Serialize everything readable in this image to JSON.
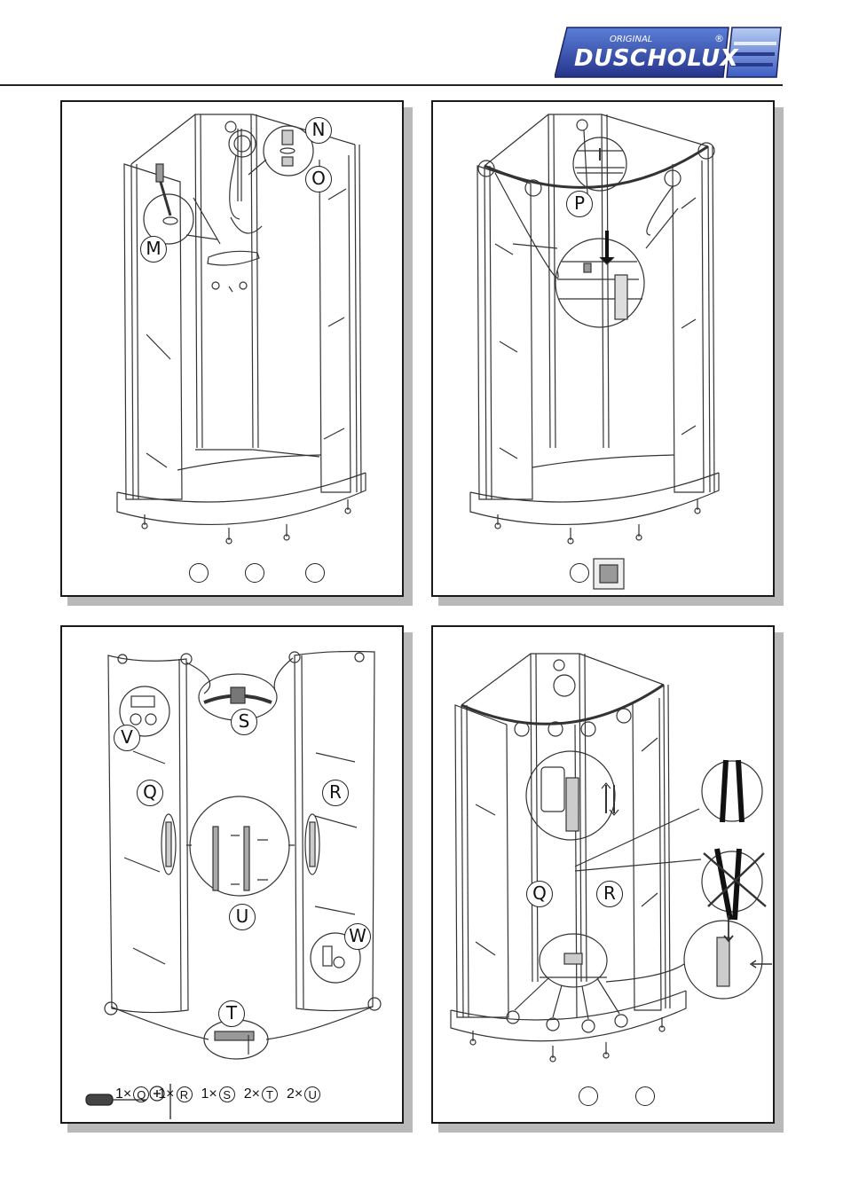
{
  "logo": {
    "top_text": "ORIGINAL",
    "brand_text": "DUSCHOLUX",
    "mark": "®",
    "colors": {
      "navy": "#2a3a8c",
      "blue": "#3f63c7",
      "light": "#9fb9ee"
    }
  },
  "panel1": {
    "callouts": [
      "M",
      "N",
      "O"
    ]
  },
  "panel2": {
    "callouts": [
      "P"
    ]
  },
  "panel3": {
    "callouts": [
      "V",
      "S",
      "Q",
      "R",
      "U",
      "W",
      "T"
    ],
    "parts": [
      {
        "qty": "1×",
        "code": "Q"
      },
      {
        "qty": "1×",
        "code": "R"
      },
      {
        "qty": "1×",
        "code": "S"
      },
      {
        "qty": "2×",
        "code": "T"
      },
      {
        "qty": "2×",
        "code": "U"
      }
    ],
    "tool_icon": "screwdriver-phillips-icon"
  },
  "panel4": {
    "callouts": [
      "Q",
      "R"
    ]
  }
}
